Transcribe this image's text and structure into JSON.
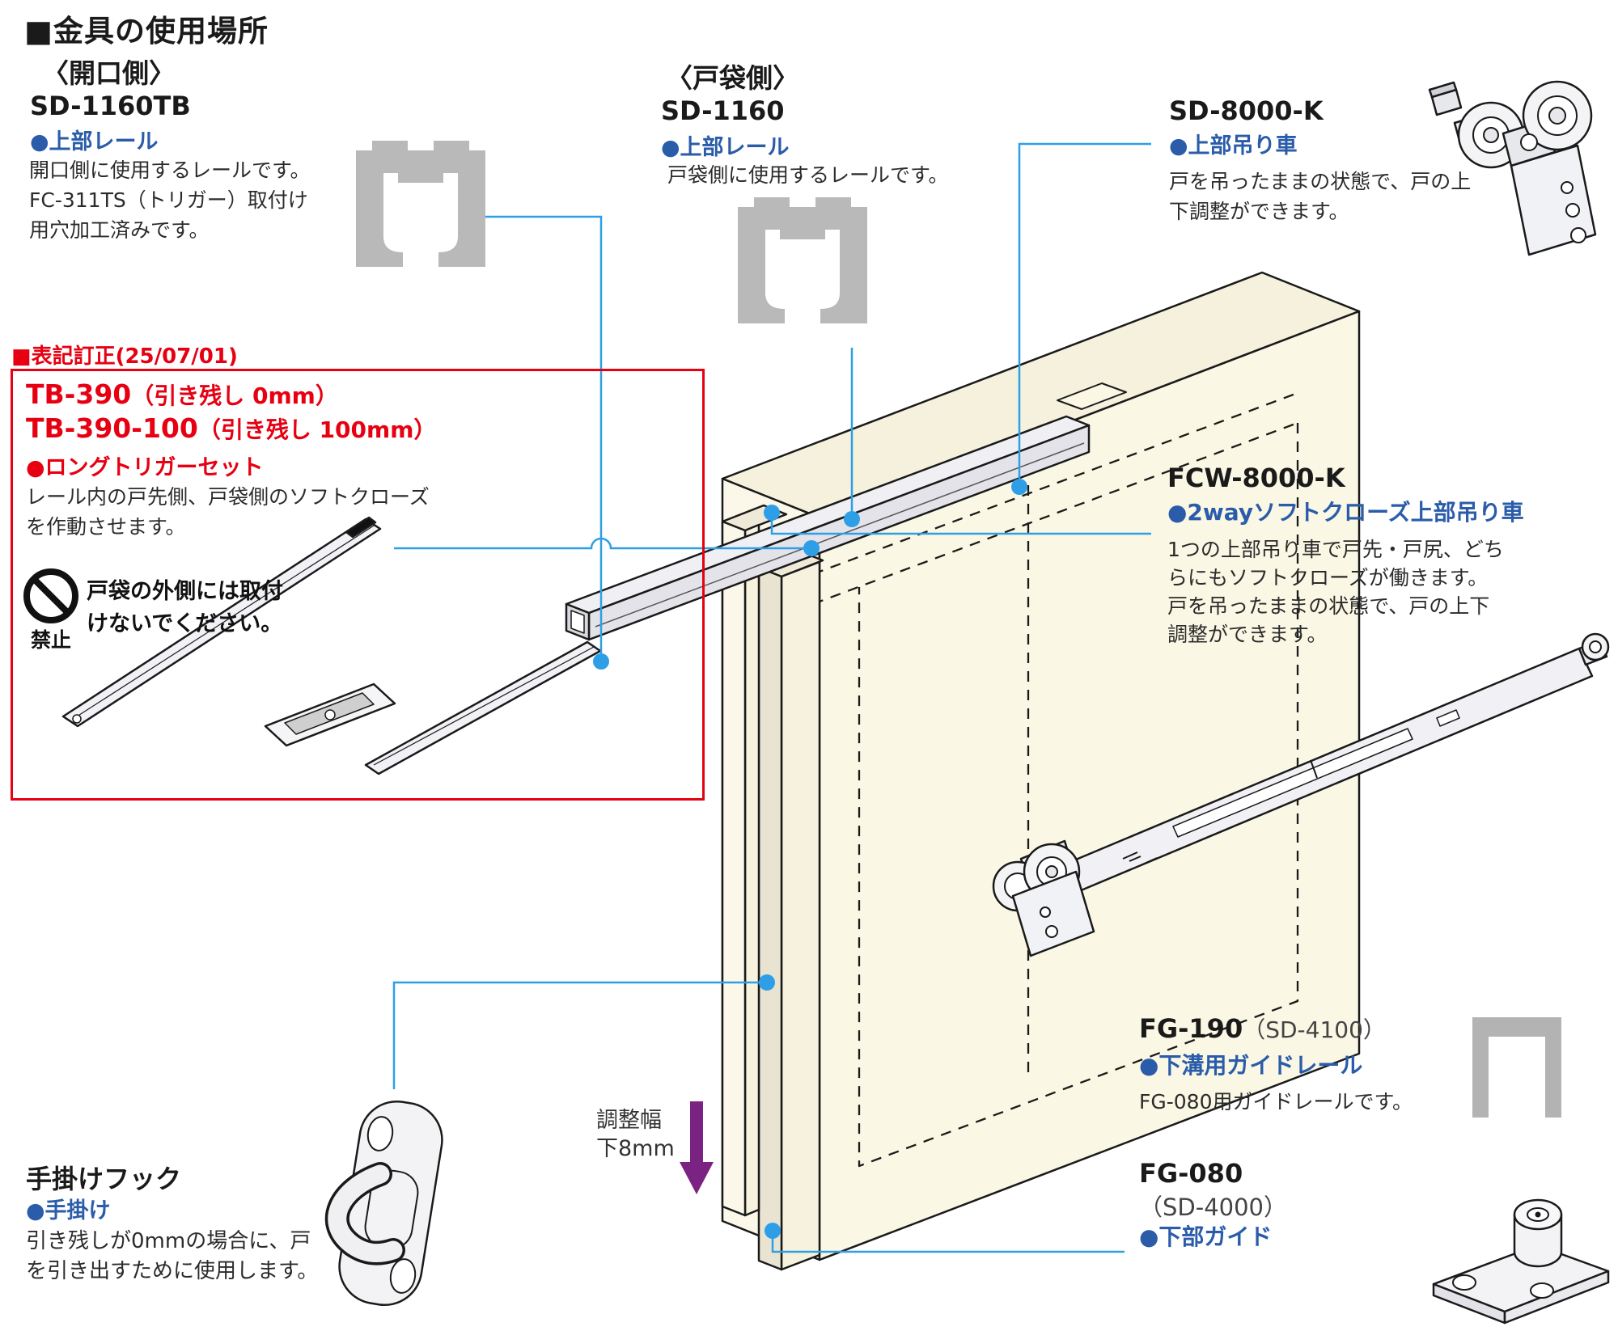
{
  "page_title": "■金具の使用場所",
  "colors": {
    "heading_blue": "#2a5caa",
    "callout_blue": "#2e9fe6",
    "alert_red": "#e60012",
    "arrow_purple": "#7b2382",
    "panel_cream": "#faf7e4",
    "icon_gray": "#b9b9b9"
  },
  "sections": {
    "kaiko": {
      "side_label": "〈開口側〉",
      "model": "SD-1160TB",
      "category": "●上部レール",
      "description_lines": [
        "開口側に使用するレールです。",
        "FC-311TS（トリガー）取付け",
        "用穴加工済みです。"
      ]
    },
    "tobukuro": {
      "side_label": "〈戸袋側〉",
      "model": "SD-1160",
      "category": "●上部レール",
      "description": "戸袋側に使用するレールです。"
    },
    "sd8000k": {
      "model": "SD-8000-K",
      "category": "●上部吊り車",
      "description_lines": [
        "戸を吊ったままの状態で、戸の上",
        "下調整ができます。"
      ]
    },
    "trigger_box": {
      "correction_note": "■表記訂正(25/07/01)",
      "models": [
        {
          "name": "TB-390",
          "suffix": "（引き残し 0mm）"
        },
        {
          "name": "TB-390-100",
          "suffix": "（引き残し 100mm）"
        }
      ],
      "category": "●ロングトリガーセット",
      "description_lines": [
        "レール内の戸先側、戸袋側のソフトクローズ",
        "を作動させます。"
      ],
      "warning": {
        "symbol_label": "禁止",
        "text_lines": [
          "戸袋の外側には取付",
          "けないでください。"
        ]
      }
    },
    "fcw8000k": {
      "model": "FCW-8000-K",
      "category": "●2wayソフトクローズ上部吊り車",
      "description_lines": [
        "1つの上部吊り車で戸先・戸尻、どち",
        "らにもソフトクローズが働きます。",
        "戸を吊ったままの状態で、戸の上下",
        "調整ができます。"
      ]
    },
    "fg190": {
      "model": "FG-190",
      "model_sub": "（SD-4100）",
      "category": "●下溝用ガイドレール",
      "description": "FG-080用ガイドレールです。"
    },
    "fg080": {
      "model": "FG-080",
      "model_sub": "（SD-4000）",
      "category": "●下部ガイド"
    },
    "tekake": {
      "model": "手掛けフック",
      "category": "●手掛け",
      "description_lines": [
        "引き残しが0mmの場合に、戸",
        "を引き出すために使用します。"
      ]
    }
  },
  "diagram": {
    "adjustment_label_lines": [
      "調整幅",
      "下8mm"
    ],
    "icons": [
      "rail-cross-section-icon",
      "pocket-door-isometric",
      "top-rail-bar",
      "top-roller-illustration",
      "softclose-arm-illustration",
      "trigger-bar-illustration",
      "trigger-plate-illustration",
      "hand-hook-illustration",
      "floor-guide-illustration",
      "guide-rail-cross-section-icon",
      "prohibition-icon",
      "down-arrow-icon",
      "callout-dot"
    ]
  }
}
